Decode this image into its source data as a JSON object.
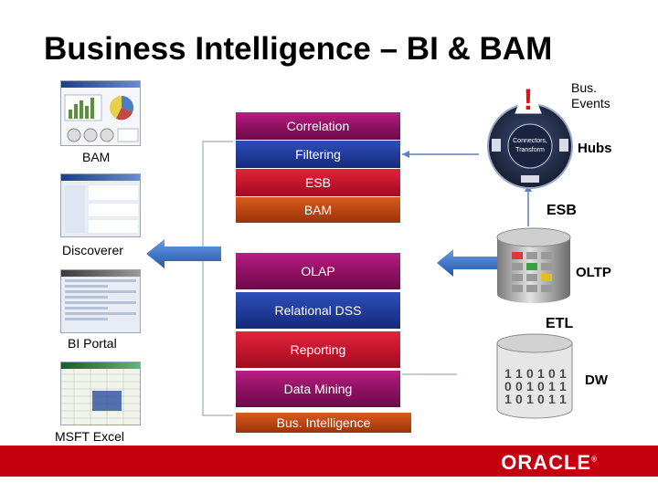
{
  "title": "Business Intelligence – BI & BAM",
  "left_labels": {
    "bam": "BAM",
    "discoverer": "Discoverer",
    "bi_portal": "BI Portal",
    "msft_excel": "MSFT Excel"
  },
  "top_stack": [
    "Correlation",
    "Filtering",
    "ESB",
    "BAM"
  ],
  "bottom_stack": [
    "OLAP",
    "Relational DSS",
    "Reporting",
    "Data Mining",
    "Bus. Intelligence"
  ],
  "right_labels": {
    "bus_events": "Bus.\nEvents",
    "hubs": "Hubs",
    "esb": "ESB",
    "oltp": "OLTP",
    "etl": "ETL",
    "dw": "DW"
  },
  "hub_disk": {
    "center_top": "Connectors,",
    "center_bottom": "Transform"
  },
  "dw_bits": [
    "1",
    "1",
    "0",
    "1",
    "0",
    "1",
    "0",
    "0",
    "1",
    "0",
    "1",
    "1",
    "1",
    "0",
    "1",
    "0",
    "1",
    "1"
  ],
  "footer": {
    "brand": "ORACLE"
  },
  "colors": {
    "footer": "#c4000f",
    "magenta": "#8c1060",
    "blue": "#1f3a99",
    "red": "#c0142b",
    "orange": "#b94412",
    "purple": "#4f1e7d",
    "arrow": "#3a6fc4"
  }
}
